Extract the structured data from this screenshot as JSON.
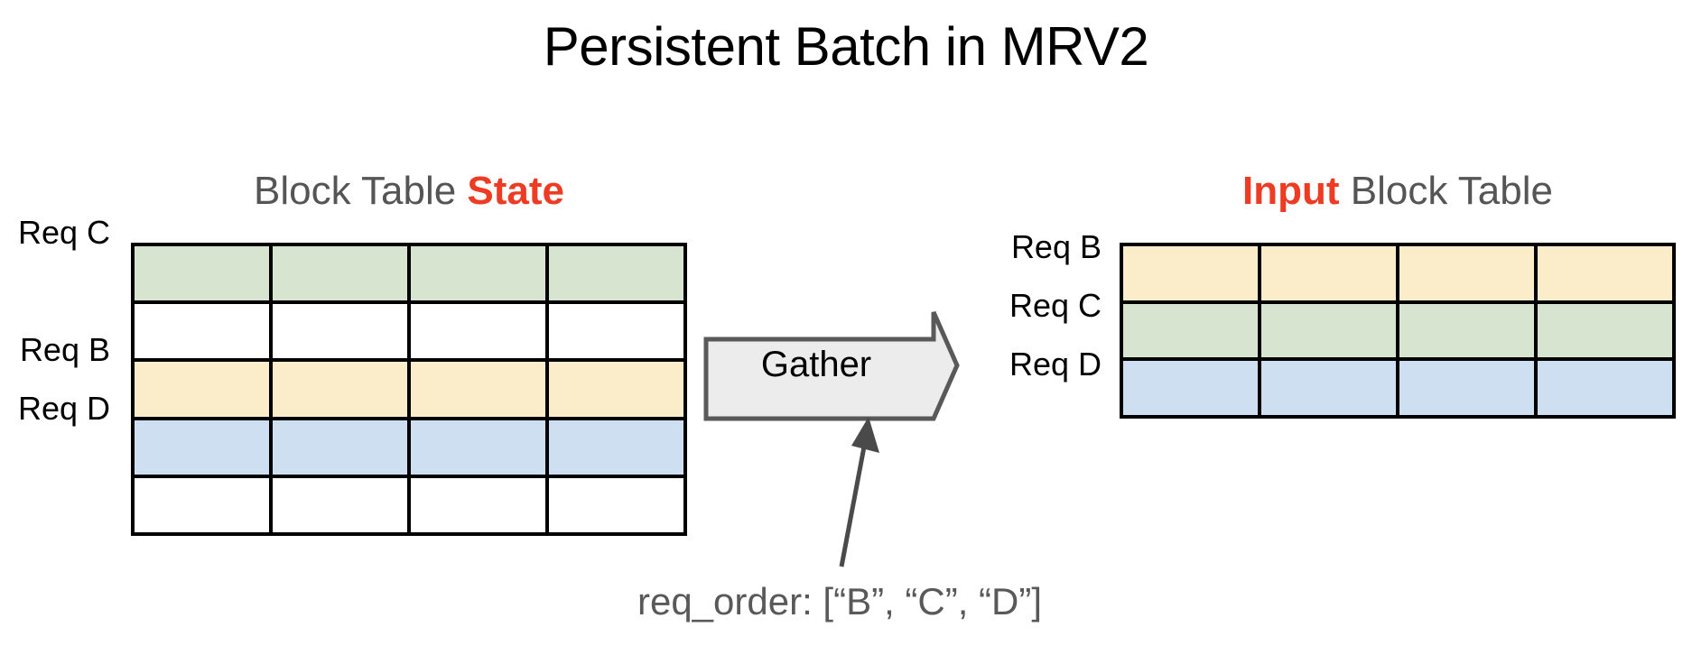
{
  "title": "Persistent Batch in MRV2",
  "colors": {
    "accent_red": "#ee3b24",
    "heading_gray": "#555555",
    "annotation_gray": "#595959",
    "row_green": "#d7e4d0",
    "row_yellow": "#fbecca",
    "row_blue": "#cddff0",
    "row_empty": "#ffffff",
    "table_border": "#000000",
    "arrow_fill": "#ececec",
    "arrow_stroke": "#595959"
  },
  "left_panel": {
    "heading_prefix": "Block Table ",
    "heading_highlight": "State",
    "rows": [
      {
        "label": "Req C",
        "color_key": "green",
        "cells": 4
      },
      {
        "label": "",
        "color_key": "empty",
        "cells": 4
      },
      {
        "label": "Req B",
        "color_key": "yellow",
        "cells": 4
      },
      {
        "label": "Req D",
        "color_key": "blue",
        "cells": 4
      },
      {
        "label": "",
        "color_key": "empty",
        "cells": 4
      }
    ],
    "columns": 4
  },
  "right_panel": {
    "heading_highlight": "Input",
    "heading_suffix": " Block Table",
    "rows": [
      {
        "label": "Req B",
        "color_key": "yellow",
        "cells": 4
      },
      {
        "label": "Req C",
        "color_key": "green",
        "cells": 4
      },
      {
        "label": "Req D",
        "color_key": "blue",
        "cells": 4
      }
    ],
    "columns": 4
  },
  "gather": {
    "label": "Gather"
  },
  "annotation": {
    "text": "req_order: [“B”, “C”, “D”]",
    "req_order": [
      "B",
      "C",
      "D"
    ]
  }
}
